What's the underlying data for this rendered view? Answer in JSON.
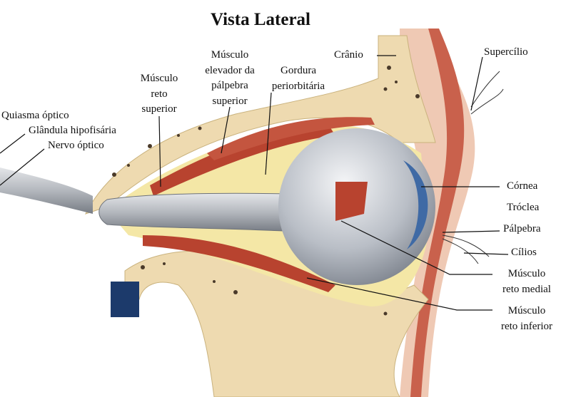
{
  "title": "Vista Lateral",
  "labels": {
    "cranio": "Crânio",
    "supercilio": "Supercílio",
    "elevador": [
      "Músculo",
      "elevador da",
      "pálpebra",
      "superior"
    ],
    "gordura": [
      "Gordura",
      "periorbitária"
    ],
    "reto_superior": [
      "Músculo",
      "reto",
      "superior"
    ],
    "quiasma": "Quiasma óptico",
    "glandula": "Glândula hipofisária",
    "nervo": "Nervo  óptico",
    "cornea": "Córnea",
    "troclea": "Tróclea",
    "palpebra": "Pálpebra",
    "cilios": "Cílios",
    "reto_medial": [
      "Músculo",
      "reto medial"
    ],
    "reto_inferior": [
      "Músculo",
      "reto inferior"
    ]
  },
  "colors": {
    "bone": "#eedab0",
    "fat": "#f4e7a6",
    "muscle": "#b8432f",
    "nerve": "#a9adb3",
    "skin": "#d98a78",
    "marker": "#1c3a6b"
  }
}
